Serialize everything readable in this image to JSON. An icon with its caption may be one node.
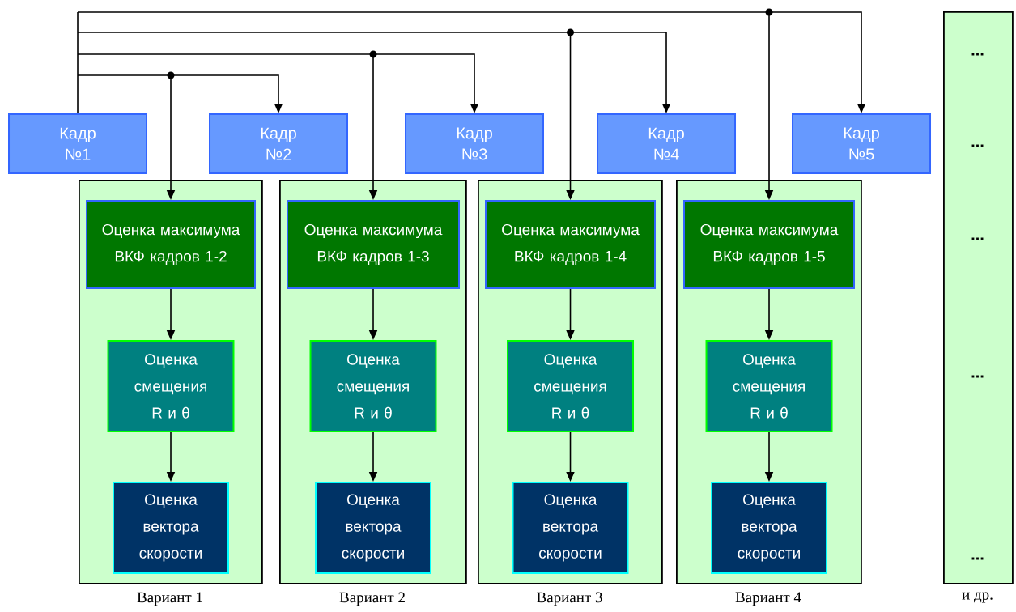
{
  "diagram": {
    "nodes": [
      {
        "text": [
          "Кадр №1"
        ]
      },
      {
        "text": [
          "Кадр №2"
        ]
      },
      {
        "text": [
          "Кадр №3"
        ]
      },
      {
        "text": [
          "Кадр №4"
        ]
      },
      {
        "text": [
          "Кадр №5"
        ]
      },
      {
        "text": [
          "Вариант 1"
        ]
      },
      {
        "text": [
          "Оценка максимума ВКФ кадров 1-2"
        ],
        "in": 5
      },
      {
        "text": [
          "Оценка смещения R и θ"
        ],
        "in": 5
      },
      {
        "text": [
          "Оценка вектора скорости"
        ],
        "in": 5
      },
      {
        "text": [
          "Вариант 2"
        ]
      },
      {
        "text": [
          "Оценка максимума ВКФ кадров 1-3"
        ],
        "in": 9
      },
      {
        "text": [
          "Оценка смещения R и θ"
        ],
        "in": 9
      },
      {
        "text": [
          "Оценка вектора скорости"
        ],
        "in": 9
      },
      {
        "text": [
          "Вариант 3"
        ]
      },
      {
        "text": [
          "Оценка максимума ВКФ кадров 1-4"
        ],
        "in": 13
      },
      {
        "text": [
          "Оценка смещения R и θ"
        ],
        "in": 13
      },
      {
        "text": [
          "Оценка вектора скорости"
        ],
        "in": 13
      },
      {
        "text": [
          "Вариант 4"
        ]
      },
      {
        "text": [
          "Оценка максимума ВКФ кадров 1-5"
        ],
        "in": 17
      },
      {
        "text": [
          "Оценка смещения R и θ"
        ],
        "in": 17
      },
      {
        "text": [
          "Оценка вектора скорости"
        ],
        "in": 17
      },
      {
        "text": [
          "...",
          "...",
          "...",
          "...",
          "...",
          "и др."
        ]
      }
    ],
    "edges": [
      {
        "from": 0,
        "to": 1,
        "arrow": "to"
      },
      {
        "from": 0,
        "to": 6,
        "arrow": "to"
      },
      {
        "from": 0,
        "to": 2,
        "arrow": "to"
      },
      {
        "from": 0,
        "to": 10,
        "arrow": "to"
      },
      {
        "from": 0,
        "to": 3,
        "arrow": "to"
      },
      {
        "from": 0,
        "to": 14,
        "arrow": "to"
      },
      {
        "from": 0,
        "to": 4,
        "arrow": "to"
      },
      {
        "from": 0,
        "to": 18,
        "arrow": "to"
      },
      {
        "from": 6,
        "to": 7,
        "arrow": "to"
      },
      {
        "from": 7,
        "to": 8,
        "arrow": "to"
      },
      {
        "from": 10,
        "to": 11,
        "arrow": "to"
      },
      {
        "from": 11,
        "to": 12,
        "arrow": "to"
      },
      {
        "from": 14,
        "to": 15,
        "arrow": "to"
      },
      {
        "from": 15,
        "to": 16,
        "arrow": "to"
      },
      {
        "from": 18,
        "to": 19,
        "arrow": "to"
      },
      {
        "from": 19,
        "to": 20,
        "arrow": "to"
      }
    ]
  }
}
